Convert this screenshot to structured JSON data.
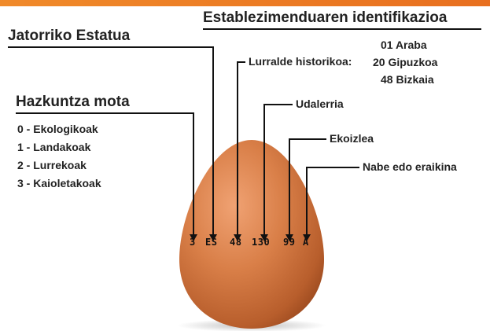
{
  "colors": {
    "accent": "#ef7d22",
    "egg": "#d6804a",
    "line": "#111111"
  },
  "headings": {
    "establishment": "Establezimenduaren identifikazioa",
    "origin_state": "Jatorriko Estatua",
    "farming_type": "Hazkuntza mota"
  },
  "labels": {
    "historic_territory": "Lurralde historikoa:",
    "municipality": "Udalerria",
    "producer": "Ekoizlea",
    "barn": "Nabe edo eraikina"
  },
  "territories": [
    "01 Araba",
    "20 Gipuzkoa",
    "48 Bizkaia"
  ],
  "farming_types": [
    "0 - Ekologikoak",
    "1 - Landakoak",
    "2 - Lurrekoak",
    "3 - Kaioletakoak"
  ],
  "egg_code": [
    "3",
    "ES",
    "48",
    "130",
    "99",
    "A"
  ]
}
